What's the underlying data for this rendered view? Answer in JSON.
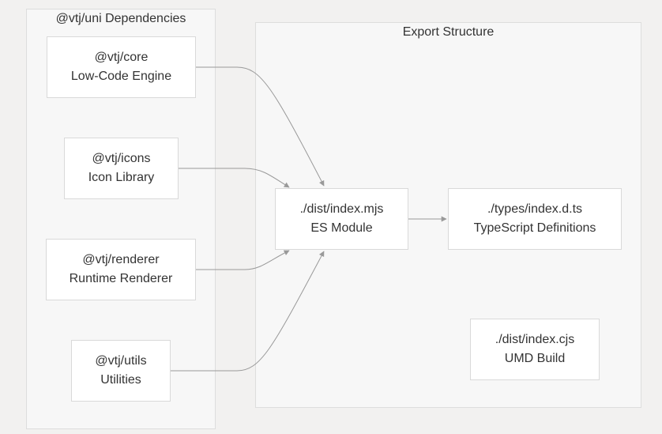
{
  "clusters": {
    "deps": {
      "title": "@vtj/uni Dependencies"
    },
    "exports": {
      "title": "Export Structure"
    }
  },
  "nodes": {
    "core": {
      "line1": "@vtj/core",
      "line2": "Low-Code Engine"
    },
    "icons": {
      "line1": "@vtj/icons",
      "line2": "Icon Library"
    },
    "renderer": {
      "line1": "@vtj/renderer",
      "line2": "Runtime Renderer"
    },
    "utils": {
      "line1": "@vtj/utils",
      "line2": "Utilities"
    },
    "esm": {
      "line1": "./dist/index.mjs",
      "line2": "ES Module"
    },
    "types": {
      "line1": "./types/index.d.ts",
      "line2": "TypeScript Definitions"
    },
    "cjs": {
      "line1": "./dist/index.cjs",
      "line2": "UMD Build"
    }
  },
  "edges": [
    {
      "from": "core",
      "to": "esm"
    },
    {
      "from": "icons",
      "to": "esm"
    },
    {
      "from": "renderer",
      "to": "esm"
    },
    {
      "from": "utils",
      "to": "esm"
    },
    {
      "from": "esm",
      "to": "types"
    }
  ],
  "colors": {
    "edge": "#999999",
    "node_fill": "#ffffff",
    "node_border": "#d9d9d9",
    "cluster_fill": "#f7f7f7",
    "cluster_border": "#dddddd",
    "background": "#f2f1f0"
  }
}
